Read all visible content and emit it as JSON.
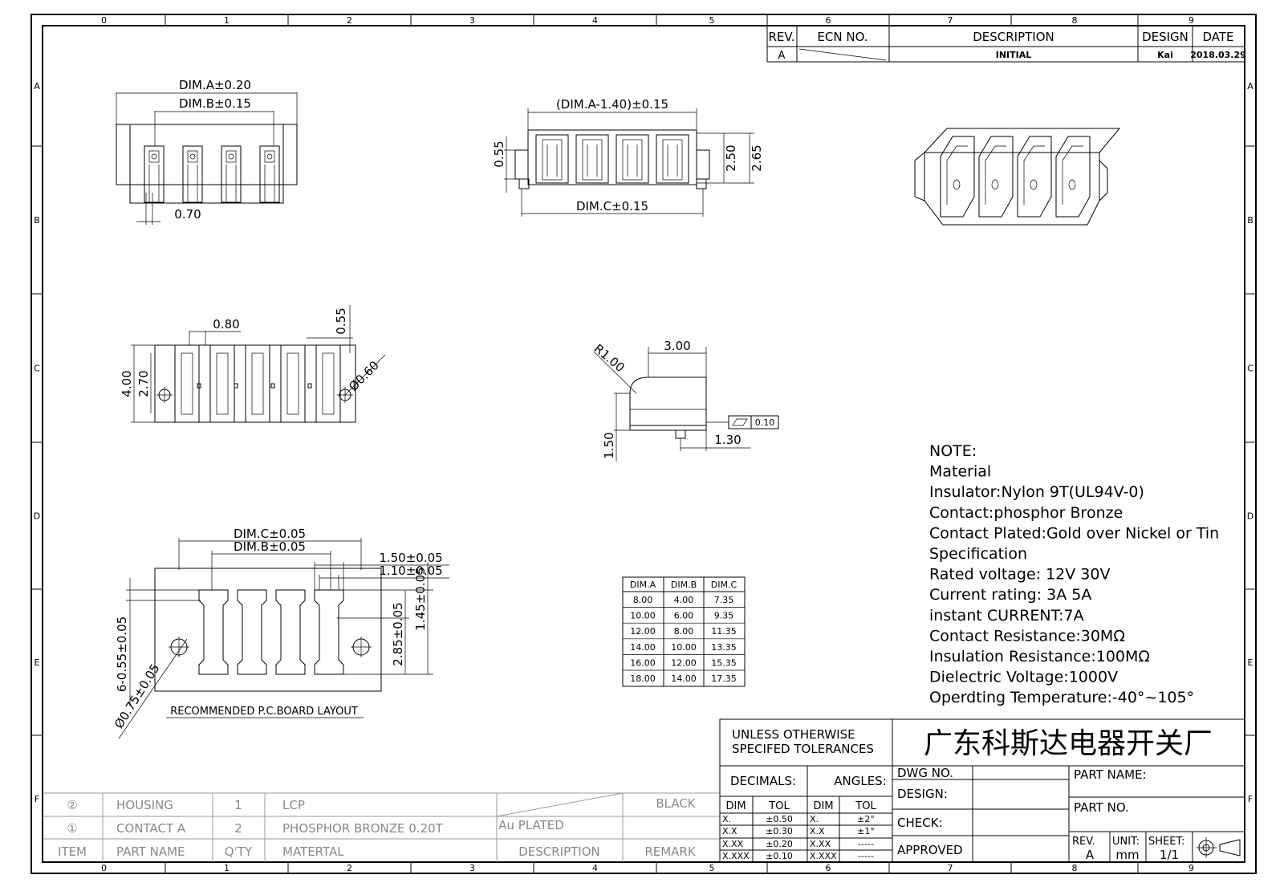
{
  "frame": {
    "columns": [
      "0",
      "1",
      "2",
      "3",
      "4",
      "5",
      "6",
      "7",
      "8",
      "9"
    ],
    "rows": [
      "A",
      "B",
      "C",
      "D",
      "E",
      "F"
    ]
  },
  "revision_block": {
    "headers": {
      "rev": "REV.",
      "ecn": "ECN NO.",
      "description": "DESCRIPTION",
      "design": "DESIGN",
      "date": "DATE"
    },
    "row": {
      "rev": "A",
      "description": "INITIAL",
      "design": "Kai",
      "date": "2018.03.29"
    }
  },
  "views": {
    "top": {
      "dim_a": "DIM.A±0.20",
      "dim_b": "DIM.B±0.15",
      "pitch": "0.70"
    },
    "front": {
      "dim_top": "(DIM.A-1.40)±0.15",
      "h_left": "0.55",
      "h1": "2.50",
      "h2": "2.65",
      "dim_c": "DIM.C±0.15"
    },
    "bottom": {
      "w": "0.80",
      "h_top": "0.55",
      "h1": "4.00",
      "h2": "2.70",
      "dia": "Ø0.60"
    },
    "side": {
      "radius": "R1.00",
      "w": "3.00",
      "h": "1.50",
      "offset": "1.30",
      "flatness": "0.10"
    },
    "pcb": {
      "dim_c": "DIM.C±0.05",
      "dim_b": "DIM.B±0.05",
      "w1": "1.50±0.05",
      "w2": "1.10±0.05",
      "h1": "2.85±0.05",
      "h2": "1.45±0.05",
      "pad": "6-0.55±0.05",
      "hole": "Ø0.75±0.05",
      "caption": "RECOMMENDED P.C.BOARD LAYOUT"
    }
  },
  "dim_table": {
    "headers": [
      "DIM.A",
      "DIM.B",
      "DIM.C"
    ],
    "rows": [
      [
        "8.00",
        "4.00",
        "7.35"
      ],
      [
        "10.00",
        "6.00",
        "9.35"
      ],
      [
        "12.00",
        "8.00",
        "11.35"
      ],
      [
        "14.00",
        "10.00",
        "13.35"
      ],
      [
        "16.00",
        "12.00",
        "15.35"
      ],
      [
        "18.00",
        "14.00",
        "17.35"
      ]
    ]
  },
  "notes": [
    "NOTE:",
    "Material",
    "Insulator:Nylon 9T(UL94V-0)",
    "Contact:phosphor Bronze",
    "Contact Plated:Gold over Nickel or Tin",
    "Specification",
    "Rated voltage: 12V 30V",
    "Current rating: 3A   5A",
    "instant CURRENT:7A",
    "Contact Resistance:30MΩ",
    "Insulation Resistance:100MΩ",
    "Dielectric Voltage:1000V",
    "Operdting Temperature:-40°~105°"
  ],
  "bom": {
    "headers": {
      "item": "ITEM",
      "part": "PART NAME",
      "qty": "Q'TY",
      "material": "MATERTAL",
      "description": "DESCRIPTION",
      "remark": "REMARK"
    },
    "rows": [
      {
        "item": "②",
        "part": "HOUSING",
        "qty": "1",
        "material": "LCP",
        "description": "",
        "remark": "BLACK"
      },
      {
        "item": "①",
        "part": "CONTACT A",
        "qty": "2",
        "material": "PHOSPHOR BRONZE 0.20T",
        "description": "Au PLATED",
        "remark": ""
      }
    ]
  },
  "title_block": {
    "tol_line1": "UNLESS OTHERWISE",
    "tol_line2": "SPECIFED TOLERANCES",
    "decimals": "DECIMALS:",
    "angles": "ANGLES:",
    "dim": "DIM",
    "tol": "TOL",
    "decimal_rows": [
      [
        "X.",
        "±0.50"
      ],
      [
        "X.X",
        "±0.30"
      ],
      [
        "X.XX",
        "±0.20"
      ],
      [
        "X.XXX",
        "±0.10"
      ]
    ],
    "angle_rows": [
      [
        "X.",
        "±2°"
      ],
      [
        "X.X",
        "±1°"
      ],
      [
        "X.XX",
        "-----"
      ],
      [
        "X.XXX",
        "-----"
      ]
    ],
    "company": "广东科斯达电器开关厂",
    "dwg_no": "DWG NO.",
    "design": "DESIGN:",
    "check": "CHECK:",
    "approved": "APPROVED",
    "part_name": "PART NAME:",
    "part_no": "PART NO.",
    "rev_label": "REV.",
    "rev": "A",
    "unit_label": "UNIT:",
    "unit": "mm",
    "sheet_label": "SHEET:",
    "sheet": "1/1"
  }
}
